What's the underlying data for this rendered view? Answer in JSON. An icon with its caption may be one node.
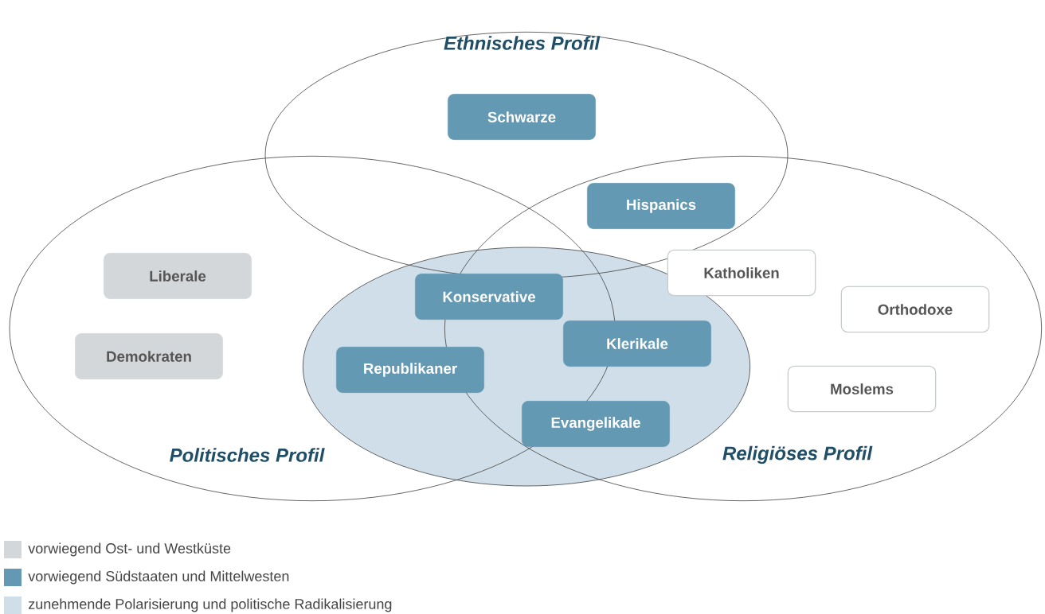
{
  "diagram": {
    "nodes": [
      {
        "text": [
          "Ethnisches Profil"
        ]
      },
      {
        "text": [
          "Politisches Profil"
        ]
      },
      {
        "text": [
          "Religiöses Profil"
        ]
      },
      {
        "text": [],
        "shape": "ellipse"
      },
      {
        "text": [
          "Schwarze"
        ],
        "in": 0
      },
      {
        "text": [
          "Hispanics"
        ]
      },
      {
        "text": [
          "Liberale"
        ],
        "in": 1
      },
      {
        "text": [
          "Katholiken"
        ],
        "in": 2
      },
      {
        "text": [
          "Konservative"
        ]
      },
      {
        "text": [
          "Orthodoxe"
        ],
        "in": 2
      },
      {
        "text": [
          "Klerikale"
        ]
      },
      {
        "text": [
          "Demokraten"
        ],
        "in": 1
      },
      {
        "text": [
          "Republikaner"
        ]
      },
      {
        "text": [
          "Evangelikale"
        ]
      },
      {
        "text": [
          "Moslems"
        ],
        "in": 2
      }
    ],
    "edges": [],
    "legend": [
      {
        "text": "vorwiegend Ost- und Westküste",
        "color": "#d4d7da"
      },
      {
        "text": "vorwiegend Südstaaten und Mittelwesten",
        "color": "#6399b3"
      },
      {
        "text": "zunehmende Polarisierung und politische Radikalisierung",
        "color": "#cfdee8"
      }
    ]
  }
}
